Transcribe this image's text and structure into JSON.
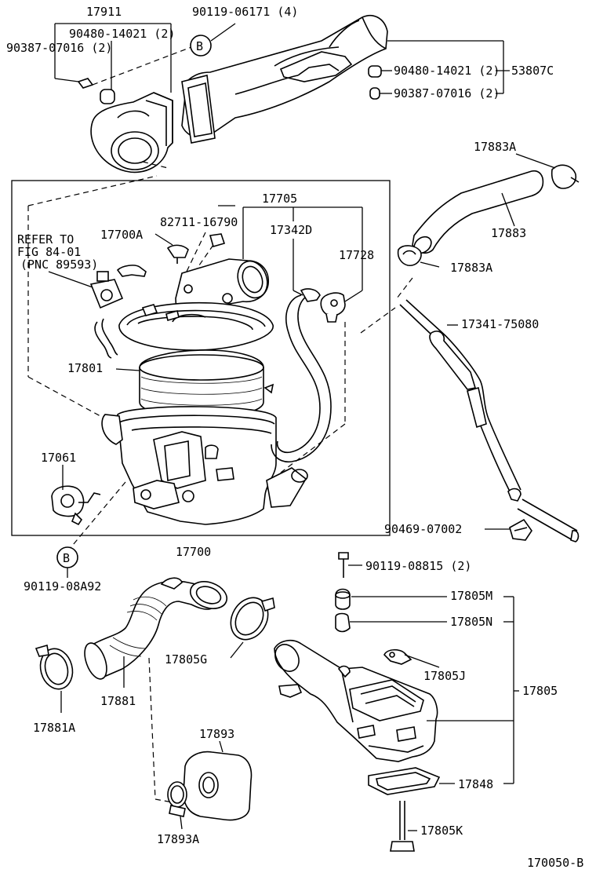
{
  "labels": {
    "p17911": "17911",
    "p90119_06171": "90119-06171 (4)",
    "p90480_14021_a": "90480-14021 (2)",
    "p90387_07016_a": "90387-07016 (2)",
    "p90480_14021_b": "90480-14021 (2)",
    "p90387_07016_b": "90387-07016 (2)",
    "p53807C": "53807C",
    "p17883A_top": "17883A",
    "p17883": "17883",
    "p17705": "17705",
    "p82711_16790": "82711-16790",
    "p17700A": "17700A",
    "p17342D": "17342D",
    "p17728": "17728",
    "p17883A_mid": "17883A",
    "p17341_75080": "17341-75080",
    "refer_line1": "REFER TO",
    "refer_line2": "FIG 84-01",
    "refer_line3": "(PNC 89593)",
    "p17801": "17801",
    "p17061": "17061",
    "p17700": "17700",
    "p90469_07002": "90469-07002",
    "p90119_08A92": "90119-08A92",
    "p90119_08815": "90119-08815 (2)",
    "p17805M": "17805M",
    "p17805N": "17805N",
    "p17805G": "17805G",
    "p17805J": "17805J",
    "p17805": "17805",
    "p17881": "17881",
    "p17881A": "17881A",
    "p17893": "17893",
    "p17848": "17848",
    "p17893A": "17893A",
    "p17805K": "17805K",
    "fig_code": "170050-B",
    "callout_b": "B"
  }
}
